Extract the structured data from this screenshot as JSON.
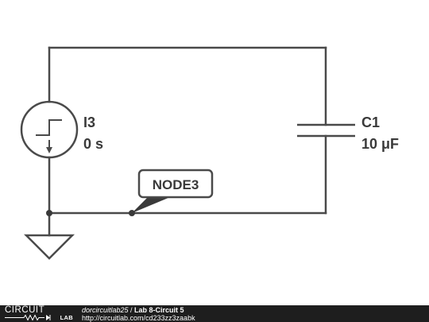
{
  "components": {
    "current_source": {
      "name": "I3",
      "value": "0 s"
    },
    "capacitor": {
      "name": "C1",
      "value": "10 μF"
    },
    "node_label": "NODE3"
  },
  "footer": {
    "logo_top": "CIRCUIT",
    "logo_bottom": "LAB",
    "author": "dorcircuitlab25",
    "separator": " / ",
    "title": "Lab 8-Circuit 5",
    "url": "http://circuitlab.com/cd233zz3zaabk"
  },
  "colors": {
    "wire": "#4a4a4a",
    "text": "#3a3a3a",
    "footer_bg": "#1e1e1e"
  }
}
